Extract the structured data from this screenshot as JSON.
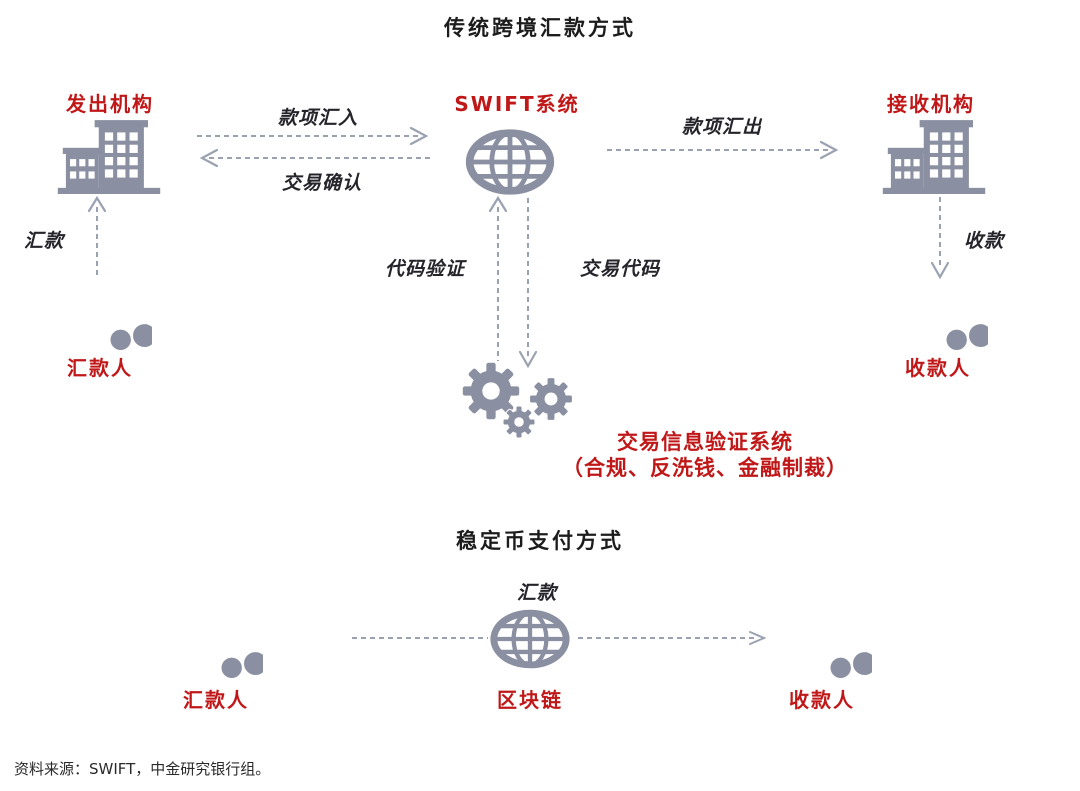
{
  "colors": {
    "accent_red": "#c01818",
    "icon_gray": "#8a90a2",
    "arrow_gray": "#9aa2b2",
    "text_black": "#1c1c1c",
    "background": "#ffffff"
  },
  "icons": {
    "building": "building-icon",
    "globe": "globe-icon",
    "people": "people-group-icon",
    "gears": "gears-icon"
  },
  "traditional": {
    "title": "传统跨境汇款方式",
    "sender_org": "发出机构",
    "swift": "SWIFT系统",
    "receiver_org": "接收机构",
    "remitter": "汇款人",
    "payee": "收款人",
    "flow_funds_in": "款项汇入",
    "flow_confirm": "交易确认",
    "flow_funds_out": "款项汇出",
    "flow_remit": "汇款",
    "flow_receive": "收款",
    "flow_code_verify": "代码验证",
    "flow_tx_code": "交易代码",
    "verify_system_line1": "交易信息验证系统",
    "verify_system_line2": "（合规、反洗钱、金融制裁）"
  },
  "stablecoin": {
    "title": "稳定币支付方式",
    "remitter": "汇款人",
    "blockchain": "区块链",
    "payee": "收款人",
    "flow_remit": "汇款"
  },
  "footer": {
    "source": "资料来源：SWIFT，中金研究银行组。"
  }
}
